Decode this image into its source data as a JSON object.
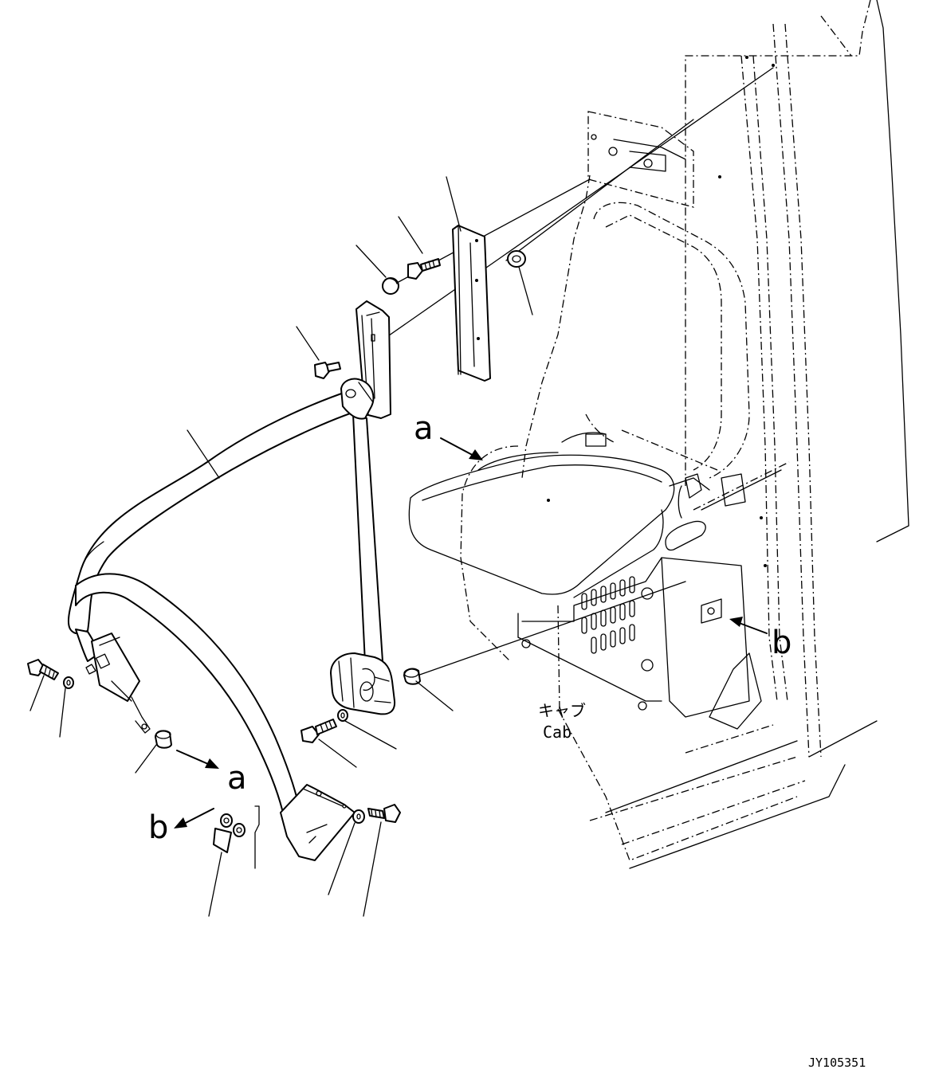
{
  "callouts": {
    "view_a_left": "a",
    "view_a_right": "a",
    "view_b_left": "b",
    "view_b_right": "b"
  },
  "cab_label": {
    "japanese": "キャブ",
    "english": "Cab"
  },
  "drawing_id": "JY105351",
  "icons": {
    "seat": "operator-seat-icon",
    "belt": "seat-belt-icon",
    "retractor": "retractor-icon",
    "bolt": "bolt-icon",
    "washer": "washer-icon",
    "bracket": "bracket-icon"
  }
}
